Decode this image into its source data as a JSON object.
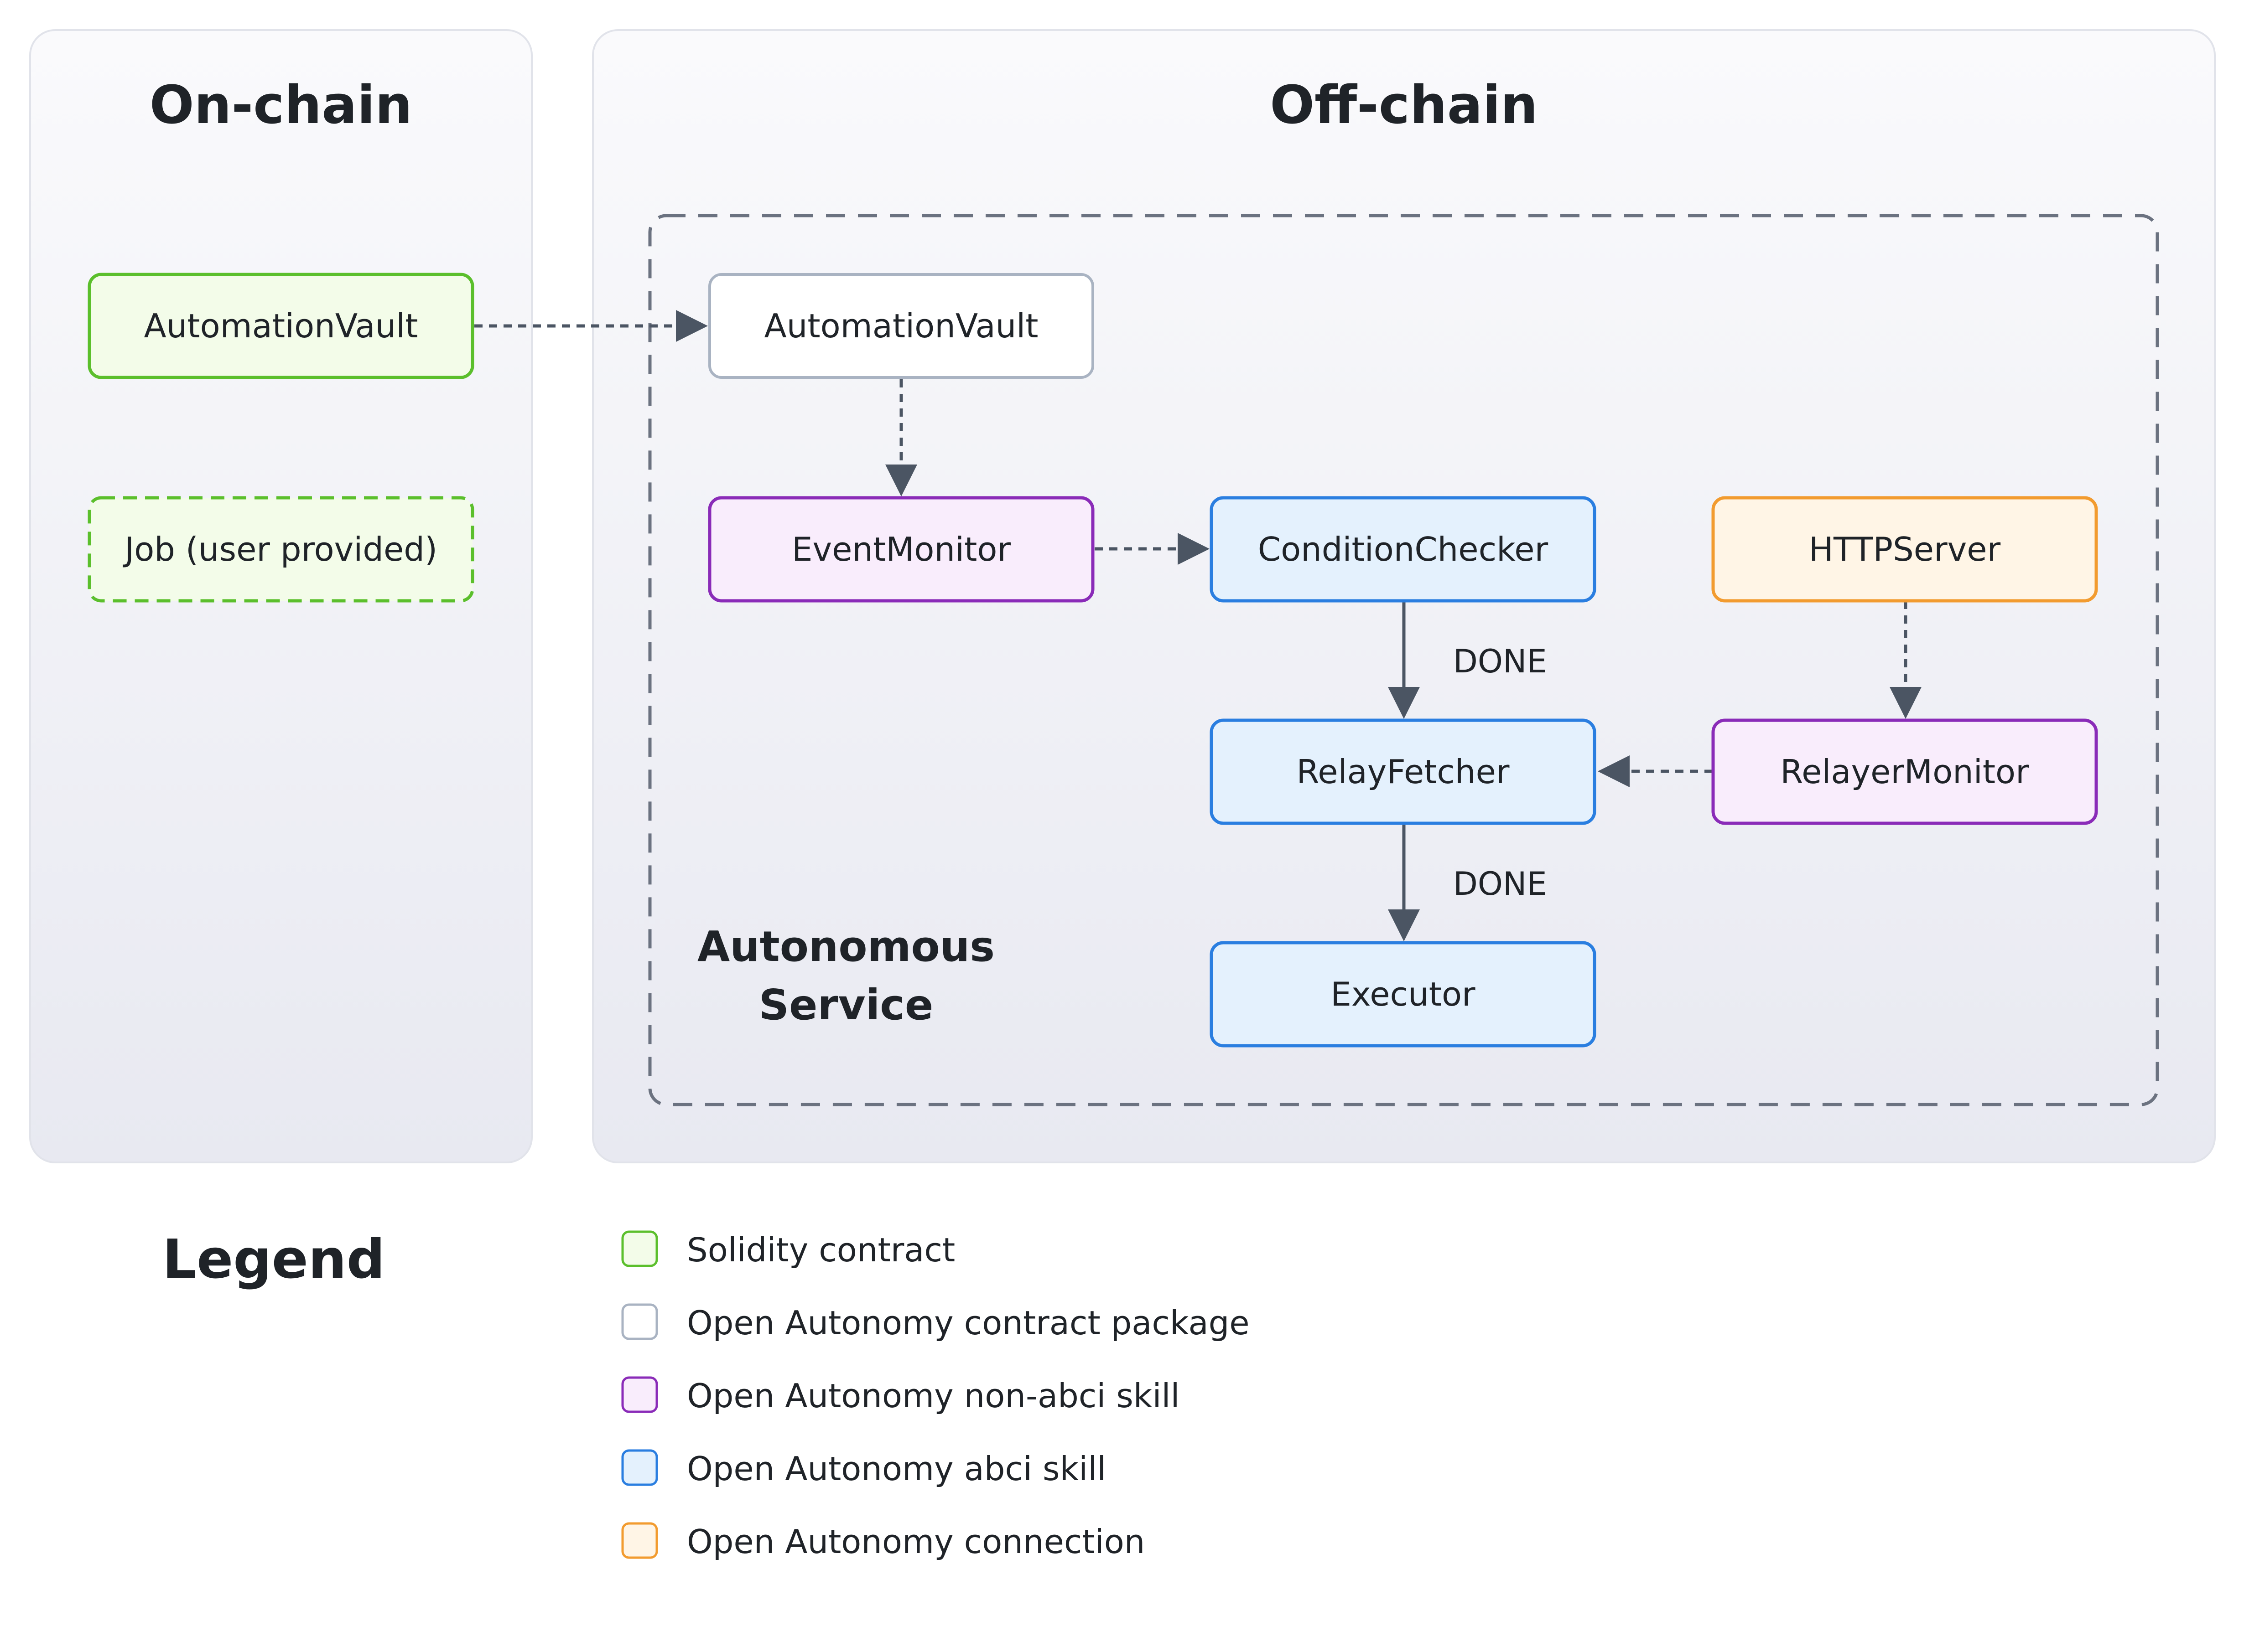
{
  "panels": {
    "on_chain": {
      "title": "On-chain"
    },
    "off_chain": {
      "title": "Off-chain"
    }
  },
  "service_boundary": {
    "label_line1": "Autonomous",
    "label_line2": "Service"
  },
  "nodes": {
    "onchain_vault": {
      "label": "AutomationVault",
      "kind": "solidity"
    },
    "job": {
      "label": "Job (user provided)",
      "kind": "solidity-dashed"
    },
    "offchain_vault": {
      "label": "AutomationVault",
      "kind": "contract-package"
    },
    "event_monitor": {
      "label": "EventMonitor",
      "kind": "non-abci-skill"
    },
    "condition_checker": {
      "label": "ConditionChecker",
      "kind": "abci-skill"
    },
    "http_server": {
      "label": "HTTPServer",
      "kind": "connection"
    },
    "relay_fetcher": {
      "label": "RelayFetcher",
      "kind": "abci-skill"
    },
    "relayer_monitor": {
      "label": "RelayerMonitor",
      "kind": "non-abci-skill"
    },
    "executor": {
      "label": "Executor",
      "kind": "abci-skill"
    }
  },
  "edges": {
    "checker_to_fetcher": {
      "label": "DONE"
    },
    "fetcher_to_executor": {
      "label": "DONE"
    }
  },
  "legend": {
    "title": "Legend",
    "items": [
      {
        "label": "Solidity contract",
        "fill": "#f3fce9",
        "stroke": "#5bbf2c"
      },
      {
        "label": "Open Autonomy contract package",
        "fill": "#ffffff",
        "stroke": "#a9b3c2"
      },
      {
        "label": "Open Autonomy non-abci skill",
        "fill": "#f9edfc",
        "stroke": "#8a2bb8"
      },
      {
        "label": "Open Autonomy abci skill",
        "fill": "#e4f1fd",
        "stroke": "#2a7ee0"
      },
      {
        "label": "Open Autonomy connection",
        "fill": "#fff5e6",
        "stroke": "#f29b2f"
      }
    ]
  },
  "colors": {
    "solidity": {
      "fill": "#f3fce9",
      "stroke": "#5bbf2c"
    },
    "contract_package": {
      "fill": "#ffffff",
      "stroke": "#a9b3c2"
    },
    "non_abci_skill": {
      "fill": "#f9edfc",
      "stroke": "#8a2bb8"
    },
    "abci_skill": {
      "fill": "#e4f1fd",
      "stroke": "#2a7ee0"
    },
    "connection": {
      "fill": "#fff5e6",
      "stroke": "#f29b2f"
    },
    "arrow": "#4b5563"
  }
}
